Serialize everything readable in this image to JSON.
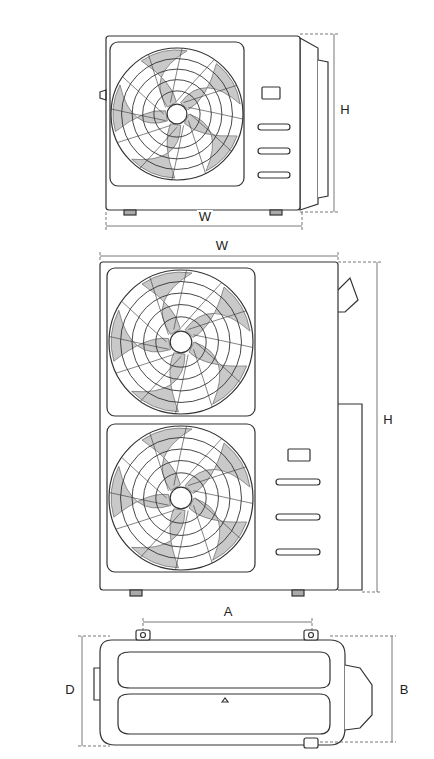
{
  "diagram": {
    "labels": [
      "H",
      "W",
      "W",
      "H",
      "A",
      "D",
      "B"
    ]
  }
}
